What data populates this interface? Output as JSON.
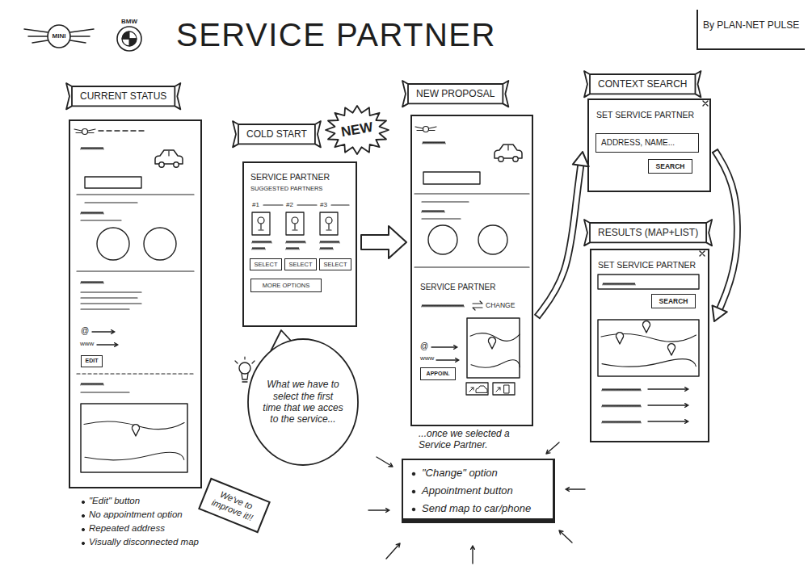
{
  "diagram": {
    "title": "SERVICE PARTNER",
    "nodes": [
      {
        "text": [
          "By PLAN-NET PULSE"
        ]
      },
      {
        "text": [
          "CURRENT STATUS"
        ]
      },
      {
        "text": [
          "EDIT"
        ],
        "in": 1
      },
      {
        "text": [
          "We've to improve it!!"
        ]
      },
      {
        "text": [
          "COLD START",
          "SERVICE PARTNER",
          "SUGGESTED PARTNERS",
          "#1",
          "#2",
          "#3"
        ]
      },
      {
        "text": [
          "SELECT"
        ],
        "in": 4
      },
      {
        "text": [
          "SELECT"
        ],
        "in": 4
      },
      {
        "text": [
          "SELECT"
        ],
        "in": 4
      },
      {
        "text": [
          "MORE OPTIONS"
        ],
        "in": 4
      },
      {
        "text": [
          "NEW"
        ]
      },
      {
        "text": [
          "What we have to select the first time that we acces to the service..."
        ]
      },
      {
        "text": [
          "NEW PROPOSAL",
          "SERVICE PARTNER",
          "CHANGE"
        ]
      },
      {
        "text": [
          "APPOIN."
        ],
        "in": 11
      },
      {
        "text": [
          "CONTEXT SEARCH",
          "SET SERVICE PARTNER"
        ]
      },
      {
        "text": [
          "ADDRESS, NAME..."
        ],
        "in": 13
      },
      {
        "text": [
          "SEARCH"
        ],
        "in": 13
      },
      {
        "text": [
          "RESULTS (MAP+LIST)",
          "SET SERVICE PARTNER"
        ]
      },
      {
        "text": [
          "SEARCH"
        ],
        "in": 16
      },
      {
        "text": [
          "\"Change\" option",
          "Appointment button",
          "Send map to car/phone"
        ]
      }
    ],
    "edges": [
      {
        "from": 4,
        "to": 11,
        "arrow": "to"
      },
      {
        "from": 11,
        "to": 13,
        "arrow": "to"
      },
      {
        "from": 13,
        "to": 16,
        "arrow": "to"
      }
    ],
    "labels": [
      "MINI",
      "BMW",
      "@",
      "www",
      "\"Edit\" button",
      "No appointment option",
      "Repeated address",
      "Visually disconnected map",
      "@",
      "www",
      "...once we selected a Service Partner."
    ]
  }
}
